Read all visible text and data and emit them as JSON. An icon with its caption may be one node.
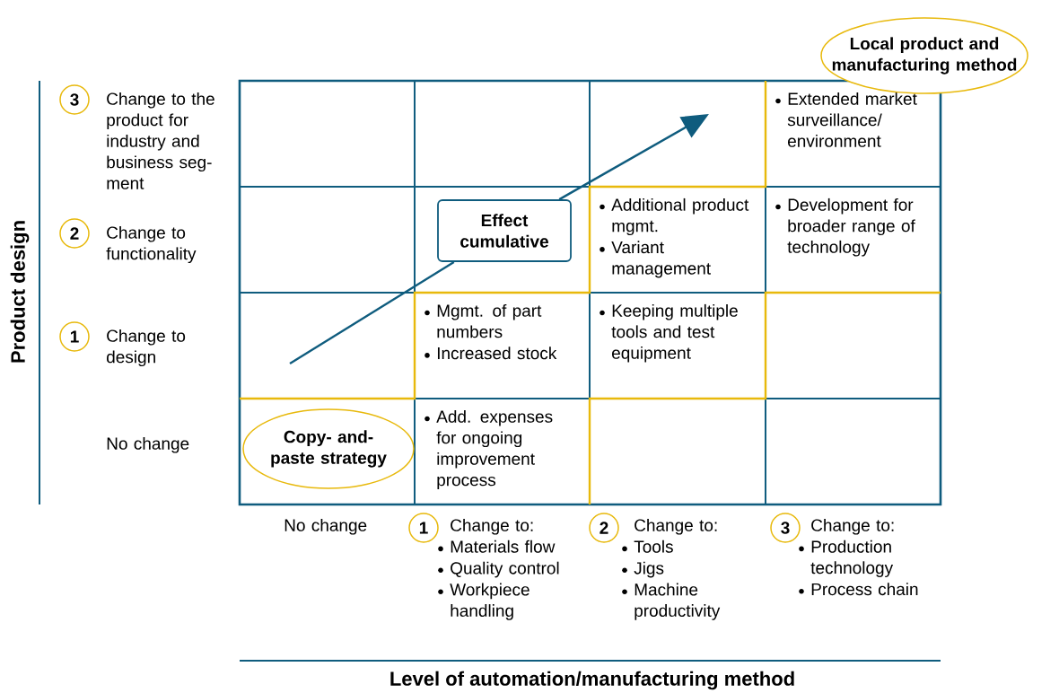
{
  "diagram": {
    "nodes": [
      {
        "text": [
          "Local product and manufacturing method"
        ]
      },
      {
        "text": [
          "3"
        ],
        "beside": [
          "Change to the product for industry and business seg- ment"
        ]
      },
      {
        "text": [
          "2"
        ],
        "beside": [
          "Change to functionality"
        ]
      },
      {
        "text": [
          "1"
        ],
        "beside": [
          "Change to design"
        ]
      },
      {
        "text": [
          "Effect cumulative"
        ]
      },
      {
        "text": [
          "Copy- and-paste strategy"
        ]
      },
      {
        "text": [
          "1"
        ],
        "beside": [
          "Change to:",
          "Materials flow",
          "Quality control",
          "Workpiece handling"
        ]
      },
      {
        "text": [
          "2"
        ],
        "beside": [
          "Change to:",
          "Tools",
          "Jigs",
          "Machine productivity"
        ]
      },
      {
        "text": [
          "3"
        ],
        "beside": [
          "Change to:",
          "Production technology",
          "Process chain"
        ]
      }
    ],
    "edges": [
      {
        "from": null,
        "to": 4,
        "arrow": "none"
      },
      {
        "from": 4,
        "to": null,
        "arrow": "to"
      }
    ],
    "labels": [
      "Extended market surveillance/ environment",
      "Additional product mgmt.",
      "Variant management",
      "Development for broader range of technology",
      "Mgmt. of part numbers",
      "Increased stock",
      "Keeping multiple tools and test equipment",
      "No change",
      "Add. expenses for ongoing improvement process",
      "No change",
      "Product design",
      "Level of automation/manufacturing method"
    ]
  }
}
